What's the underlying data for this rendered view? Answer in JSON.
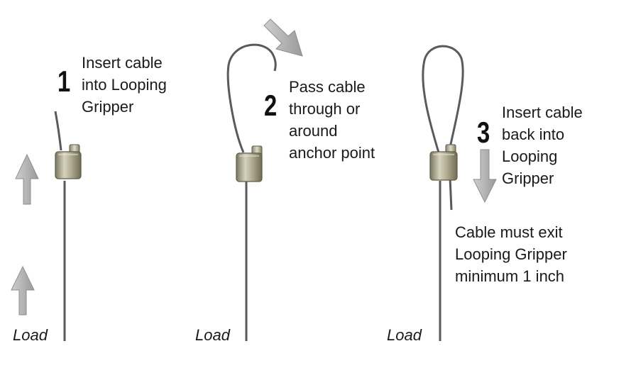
{
  "steps": [
    {
      "number": "1",
      "lines": [
        "Insert cable",
        "into Looping",
        "Gripper"
      ]
    },
    {
      "number": "2",
      "lines": [
        "Pass cable",
        "through or",
        "around",
        "anchor point"
      ]
    },
    {
      "number": "3",
      "lines": [
        "Insert cable",
        "back into",
        "Looping",
        "Gripper"
      ]
    }
  ],
  "note": {
    "lines": [
      "Cable must exit",
      "Looping Gripper",
      "minimum 1 inch"
    ]
  },
  "load_labels": [
    "Load",
    "Load",
    "Load"
  ],
  "icons": [
    "up-arrow-icon",
    "down-arrow-icon",
    "diagonal-arrow-icon"
  ],
  "colors": {
    "cable": "#5f5f5f",
    "arrow": "#b8b8b8",
    "gripper": "#a8a48c",
    "text": "#1a1a1a"
  }
}
